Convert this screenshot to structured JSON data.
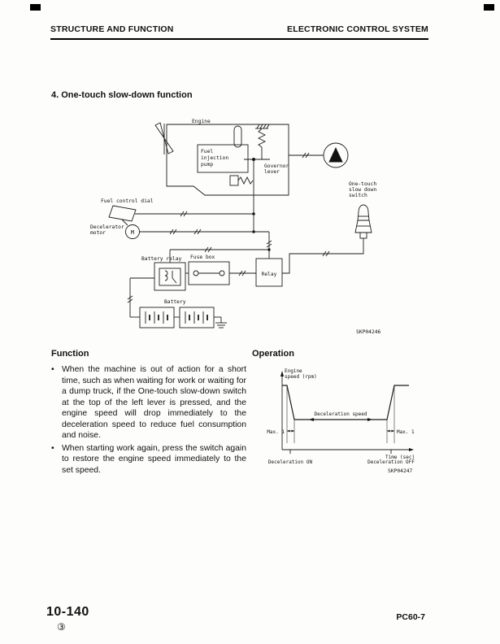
{
  "page": {
    "header_left": "STRUCTURE AND FUNCTION",
    "header_right": "ELECTRONIC CONTROL SYSTEM",
    "section_title": "4. One-touch slow-down function",
    "footer_page_number": "10-140",
    "footer_revision_mark": "③",
    "footer_model": "PC60-7",
    "bullet_char": "•"
  },
  "diagram": {
    "figure_id": "SKP04246",
    "labels": {
      "engine": "Engine",
      "fuel_injection_pump": [
        "Fuel",
        "injection",
        "pump"
      ],
      "governor_lever": [
        "Governor",
        "lever"
      ],
      "one_touch_switch": [
        "One-touch",
        "slow down",
        "switch"
      ],
      "fuel_control_dial": "Fuel control dial",
      "decelerator_motor": [
        "Decelerator",
        "motor"
      ],
      "motor_symbol": "M",
      "battery_relay": "Battery relay",
      "fuse_box": "Fuse box",
      "relay": "Relay",
      "battery": "Battery"
    }
  },
  "function_section": {
    "heading": "Function",
    "bullets": [
      "When the machine is out of action for a short time, such as when waiting for work or waiting for a dump truck, if the One-touch slow-down switch at the top of the left lever is pressed, and the engine speed will drop immediately to the deceleration speed to reduce fuel consumption and noise.",
      "When starting work again, press the switch again to restore the engine speed immediately to the set speed."
    ]
  },
  "operation_section": {
    "heading": "Operation",
    "figure_id": "SKP04247",
    "graph": {
      "type": "line",
      "y_label": [
        "Engine",
        "speed (rpm)"
      ],
      "x_label": "Time (sec)",
      "deceleration_label": "Deceleration speed",
      "max_left": "Max. 1",
      "max_right": "Max. 1",
      "on_label": "Deceleration ON",
      "off_label": "Deceleration OFF"
    }
  }
}
